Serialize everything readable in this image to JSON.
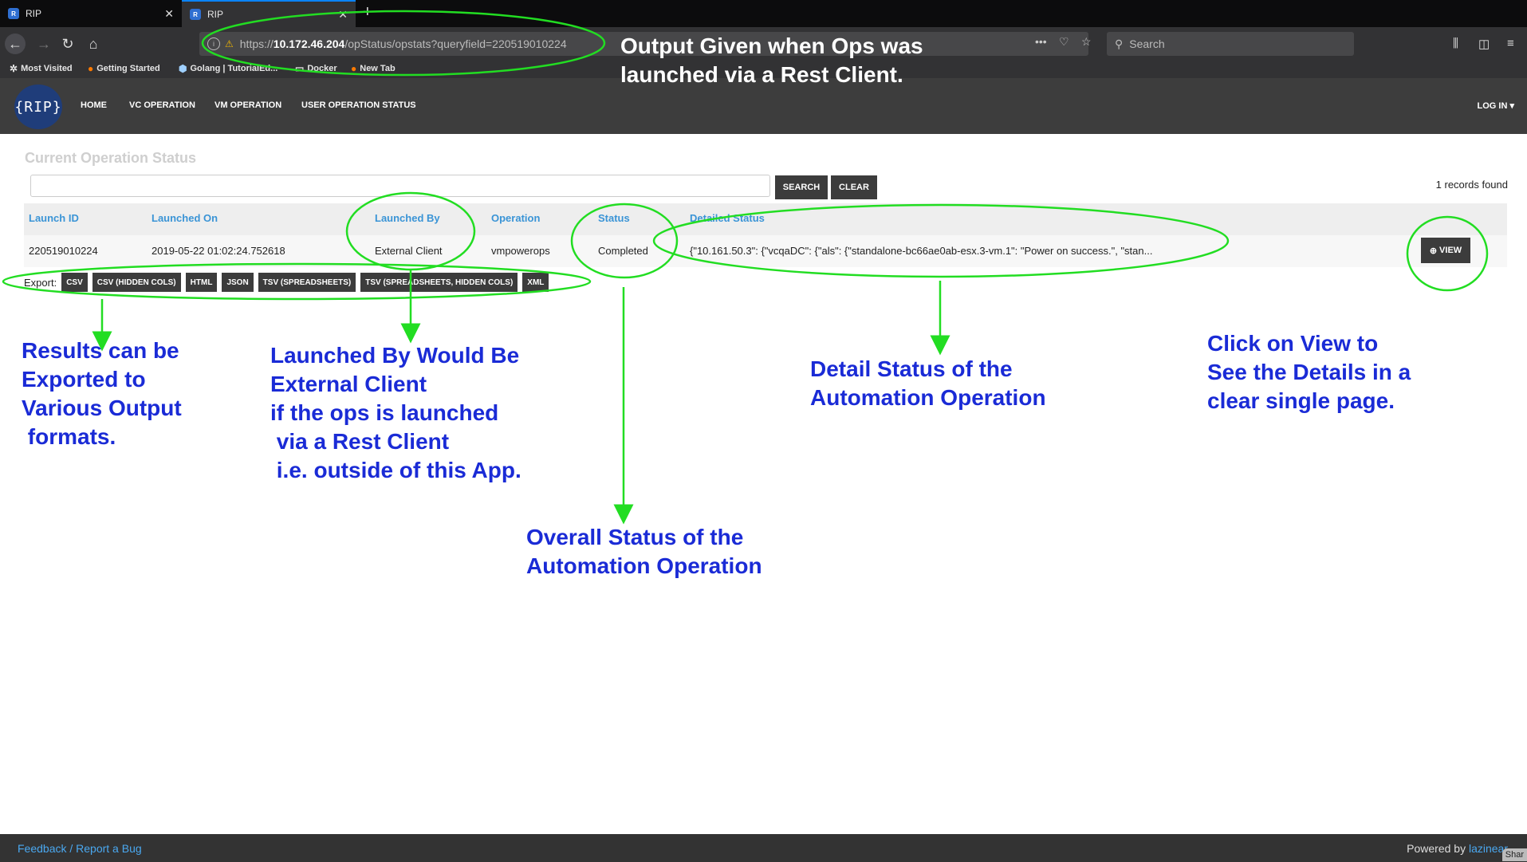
{
  "browser": {
    "tabs": [
      {
        "title": "RIP",
        "icon": "rip-favicon",
        "active": false
      },
      {
        "title": "RIP",
        "icon": "rip-favicon",
        "active": true
      }
    ],
    "new_tab_glyph": "+",
    "url_prefix": "https://",
    "url_host": "10.172.46.204",
    "url_path": "/opStatus/opstats?queryfield=220519010224",
    "search_placeholder": "Search",
    "bookmarks": [
      {
        "label": "Most Visited",
        "icon": "gear-icon"
      },
      {
        "label": "Getting Started",
        "icon": "firefox-icon"
      },
      {
        "label": "Golang | TutorialEd...",
        "icon": "hexagon-icon"
      },
      {
        "label": "Docker",
        "icon": "folder-icon"
      },
      {
        "label": "New Tab",
        "icon": "firefox-icon"
      }
    ]
  },
  "app": {
    "logo_text": "{RIP}",
    "menu": [
      "HOME",
      "VC OPERATION",
      "VM OPERATION",
      "USER OPERATION STATUS"
    ],
    "login_label": "LOG IN ▾"
  },
  "page": {
    "title": "Current Operation Status",
    "search_button": "SEARCH",
    "clear_button": "CLEAR",
    "records_found": "1 records found",
    "columns": [
      "Launch ID",
      "Launched On",
      "Launched By",
      "Operation",
      "Status",
      "Detailed Status"
    ],
    "row": {
      "launch_id": "220519010224",
      "launched_on": "2019-05-22 01:02:24.752618",
      "launched_by": "External Client",
      "operation": "vmpowerops",
      "status": "Completed",
      "detailed_status": "{\"10.161.50.3\": {\"vcqaDC\": {\"als\": {\"standalone-bc66ae0ab-esx.3-vm.1\": \"Power on success.\", \"stan..."
    },
    "view_button": "VIEW",
    "export_label": "Export:",
    "export_buttons": [
      "CSV",
      "CSV (HIDDEN COLS)",
      "HTML",
      "JSON",
      "TSV (SPREADSHEETS)",
      "TSV (SPREADSHEETS, HIDDEN COLS)",
      "XML"
    ]
  },
  "annotations": {
    "top_note": "Output Given when Ops was\nlaunched via a Rest Client.",
    "export_note": "Results can be\nExported to\nVarious Output\n formats.",
    "launched_by_note": "Launched By Would Be\nExternal Client\nif the ops is launched\n via a Rest Client\n i.e. outside of this App.",
    "status_note": "Overall Status of the\nAutomation Operation",
    "detail_note": "Detail Status of the\nAutomation Operation",
    "view_note": "Click on View to\nSee the Details in a\nclear single page.",
    "highlight_color": "#22dd22",
    "note_color": "#1a2bd6"
  },
  "footer": {
    "feedback": "Feedback / Report a Bug",
    "powered_by": "Powered by ",
    "powered_link": "lazinear",
    "share": "Shar"
  }
}
